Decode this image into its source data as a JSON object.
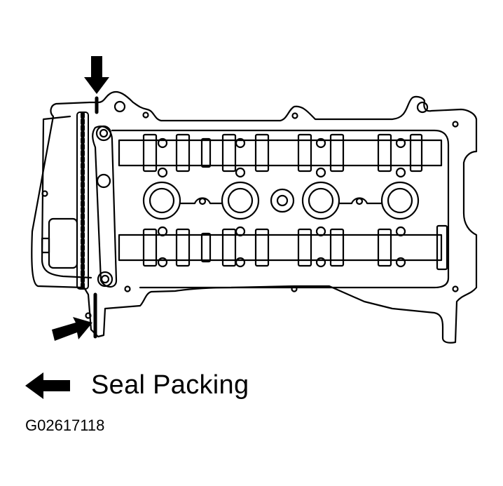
{
  "diagram": {
    "subject": "cylinder-head-top-view",
    "line_color": "#000000",
    "background_color": "#ffffff",
    "callout_arrows": [
      {
        "id": "top",
        "direction": "down",
        "target": "seal-packing-top-of-timing-cover"
      },
      {
        "id": "bottom",
        "direction": "up-right",
        "target": "seal-packing-bottom-of-timing-cover"
      }
    ]
  },
  "legend": {
    "arrow_icon": "left-arrow-icon",
    "label": "Seal Packing"
  },
  "figure": {
    "id": "G02617118"
  }
}
